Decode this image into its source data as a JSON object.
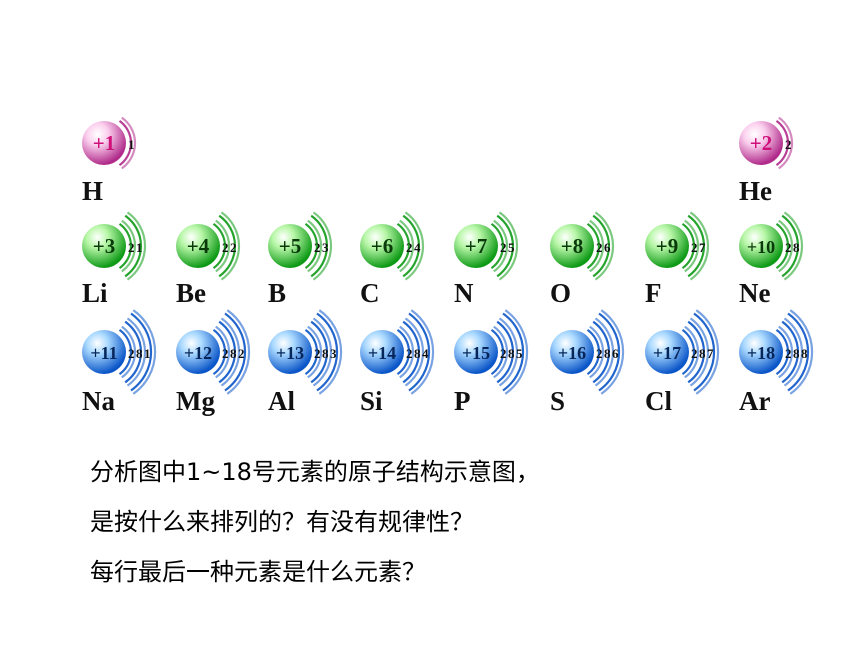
{
  "atoms": [
    {
      "symbol": "H",
      "charge": "+1",
      "shells": "1",
      "color": "pink"
    },
    {
      "symbol": "He",
      "charge": "+2",
      "shells": "2",
      "color": "pink"
    },
    {
      "symbol": "Li",
      "charge": "+3",
      "shells": "21",
      "color": "green"
    },
    {
      "symbol": "Be",
      "charge": "+4",
      "shells": "22",
      "color": "green"
    },
    {
      "symbol": "B",
      "charge": "+5",
      "shells": "23",
      "color": "green"
    },
    {
      "symbol": "C",
      "charge": "+6",
      "shells": "24",
      "color": "green"
    },
    {
      "symbol": "N",
      "charge": "+7",
      "shells": "25",
      "color": "green"
    },
    {
      "symbol": "O",
      "charge": "+8",
      "shells": "26",
      "color": "green"
    },
    {
      "symbol": "F",
      "charge": "+9",
      "shells": "27",
      "color": "green"
    },
    {
      "symbol": "Ne",
      "charge": "+10",
      "shells": "28",
      "color": "green"
    },
    {
      "symbol": "Na",
      "charge": "+11",
      "shells": "281",
      "color": "blue"
    },
    {
      "symbol": "Mg",
      "charge": "+12",
      "shells": "282",
      "color": "blue"
    },
    {
      "symbol": "Al",
      "charge": "+13",
      "shells": "283",
      "color": "blue"
    },
    {
      "symbol": "Si",
      "charge": "+14",
      "shells": "284",
      "color": "blue"
    },
    {
      "symbol": "P",
      "charge": "+15",
      "shells": "285",
      "color": "blue"
    },
    {
      "symbol": "S",
      "charge": "+16",
      "shells": "286",
      "color": "blue"
    },
    {
      "symbol": "Cl",
      "charge": "+17",
      "shells": "287",
      "color": "blue"
    },
    {
      "symbol": "Ar",
      "charge": "+18",
      "shells": "288",
      "color": "blue"
    }
  ],
  "palette": {
    "pink": {
      "light": "#fbd0ee",
      "dark": "#b02a8a",
      "text": "#d0107a"
    },
    "green": {
      "light": "#b8f7a8",
      "dark": "#0e9a16",
      "text": "#0a3a0a"
    },
    "blue": {
      "light": "#a8d8ff",
      "dark": "#0a55c8",
      "text": "#06265a"
    }
  },
  "questions": [
    "分析图中1~18号元素的原子结构示意图，",
    "是按什么来排列的？有没有规律性？",
    "每行最后一种元素是什么元素？"
  ]
}
